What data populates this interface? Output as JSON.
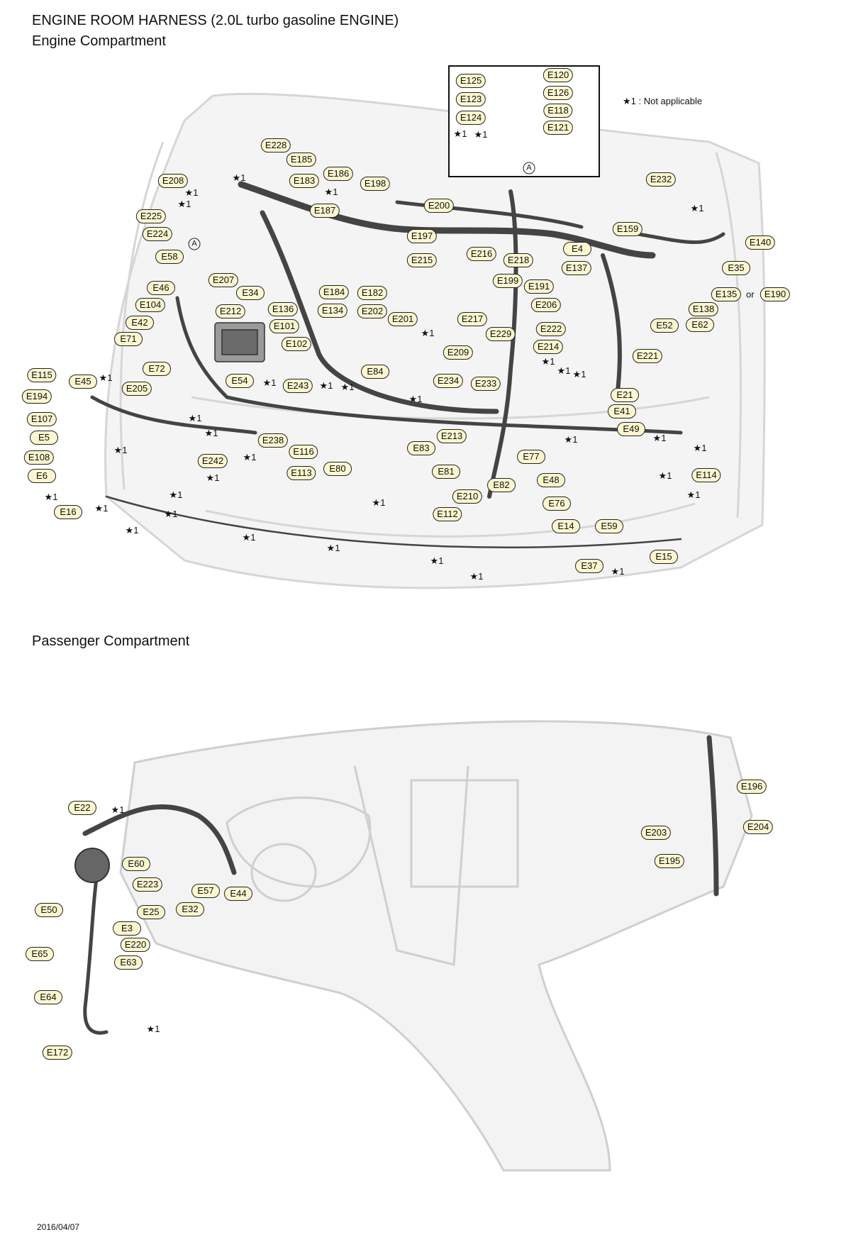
{
  "document": {
    "title": "ENGINE ROOM HARNESS (2.0L turbo gasoline ENGINE)",
    "engine_heading": "Engine Compartment",
    "passenger_heading": "Passenger Compartment",
    "date": "2016/04/07"
  },
  "legend": {
    "note": "★1 : Not applicable"
  },
  "star_mark": "★1",
  "or_text": "or",
  "inset": {
    "connectors": [
      "E125",
      "E123",
      "E124",
      "E120",
      "E126",
      "E118",
      "E121"
    ],
    "reference": "A"
  },
  "engine_compartment": {
    "reference": "A",
    "connectors": [
      "E228",
      "E185",
      "E208",
      "E186",
      "E183",
      "E198",
      "E187",
      "E200",
      "E225",
      "E224",
      "E197",
      "E58",
      "E215",
      "E216",
      "E218",
      "E207",
      "E34",
      "E136",
      "E184",
      "E182",
      "E134",
      "E46",
      "E104",
      "E212",
      "E202",
      "E201",
      "E217",
      "E199",
      "E191",
      "E101",
      "E42",
      "E102",
      "E71",
      "E229",
      "E222",
      "E209",
      "E214",
      "E72",
      "E84",
      "E234",
      "E233",
      "E115",
      "E45",
      "E54",
      "E243",
      "E205",
      "E194",
      "E107",
      "E5",
      "E108",
      "E6",
      "E16",
      "E238",
      "E116",
      "E80",
      "E113",
      "E242",
      "E83",
      "E213",
      "E81",
      "E82",
      "E210",
      "E112",
      "E77",
      "E48",
      "E76",
      "E14",
      "E59",
      "E37",
      "E15",
      "E232",
      "E159",
      "E4",
      "E140",
      "E137",
      "E35",
      "E135",
      "E190",
      "E138",
      "E206",
      "E52",
      "E62",
      "E221",
      "E21",
      "E41",
      "E49",
      "E114"
    ]
  },
  "passenger_compartment": {
    "connectors": [
      "E22",
      "E60",
      "E223",
      "E25",
      "E57",
      "E44",
      "E32",
      "E50",
      "E3",
      "E220",
      "E65",
      "E63",
      "E64",
      "E172",
      "E196",
      "E204",
      "E203",
      "E195"
    ]
  }
}
